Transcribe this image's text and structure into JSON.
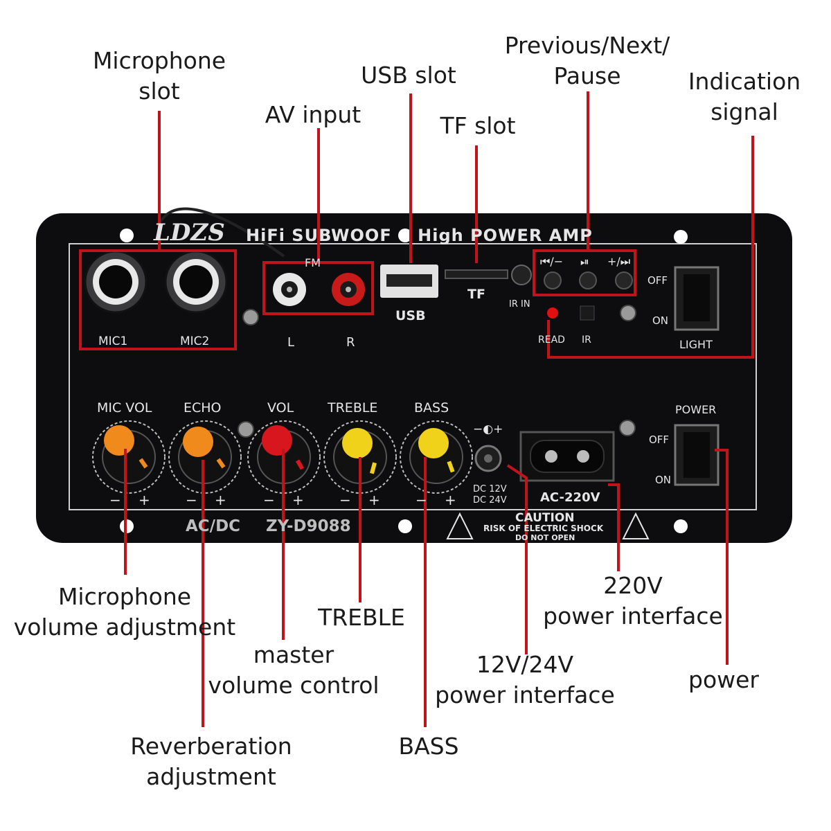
{
  "callouts": {
    "microphone_slot": [
      "Microphone",
      "slot"
    ],
    "av_input": [
      "AV input"
    ],
    "usb_slot": [
      "USB slot"
    ],
    "tf_slot": [
      "TF slot"
    ],
    "prev_next_pause": [
      "Previous/Next/",
      "Pause"
    ],
    "indication_signal": [
      "Indication",
      "signal"
    ],
    "mic_volume": [
      "Microphone",
      "volume adjustment"
    ],
    "reverb": [
      "Reverberation",
      "adjustment"
    ],
    "master_volume": [
      "master",
      "volume control"
    ],
    "treble": [
      "TREBLE"
    ],
    "bass": [
      "BASS"
    ],
    "dc_power": [
      "12V/24V",
      "power interface"
    ],
    "ac_power": [
      "220V",
      "power interface"
    ],
    "power": [
      "power"
    ]
  },
  "panel": {
    "brand": "LDZS",
    "header": "HiFi SUBWOOF    High POWER AMP",
    "mic1": "MIC1",
    "mic2": "MIC2",
    "fm": "FM",
    "l": "L",
    "r": "R",
    "usb": "USB",
    "tf": "TF",
    "ir_in": "IR IN",
    "prev": "⏮/−",
    "play": "⏯",
    "next": "+/⏭",
    "read": "READ",
    "ir": "IR",
    "off": "OFF",
    "on": "ON",
    "light": "LIGHT",
    "mic_vol": "MIC VOL",
    "echo": "ECHO",
    "vol": "VOL",
    "treble": "TREBLE",
    "bass": "BASS",
    "power_label": "POWER",
    "dc_symbol": "−◐+",
    "dc12": "DC 12V",
    "dc24": "DC 24V",
    "ac220": "AC-220V",
    "acdc": "AC/DC",
    "model": "ZY-D9088",
    "caution": "CAUTION",
    "risk": "RISK OF ELECTRIC SHOCK",
    "donot": "DO NOT OPEN",
    "minus": "−",
    "plus": "+"
  },
  "colors": {
    "panel": "#0d0d0f",
    "callout_line": "#c0141c",
    "knob_orange": "#f08a1c",
    "knob_red": "#d8161e",
    "knob_yellow": "#f0d21a"
  }
}
